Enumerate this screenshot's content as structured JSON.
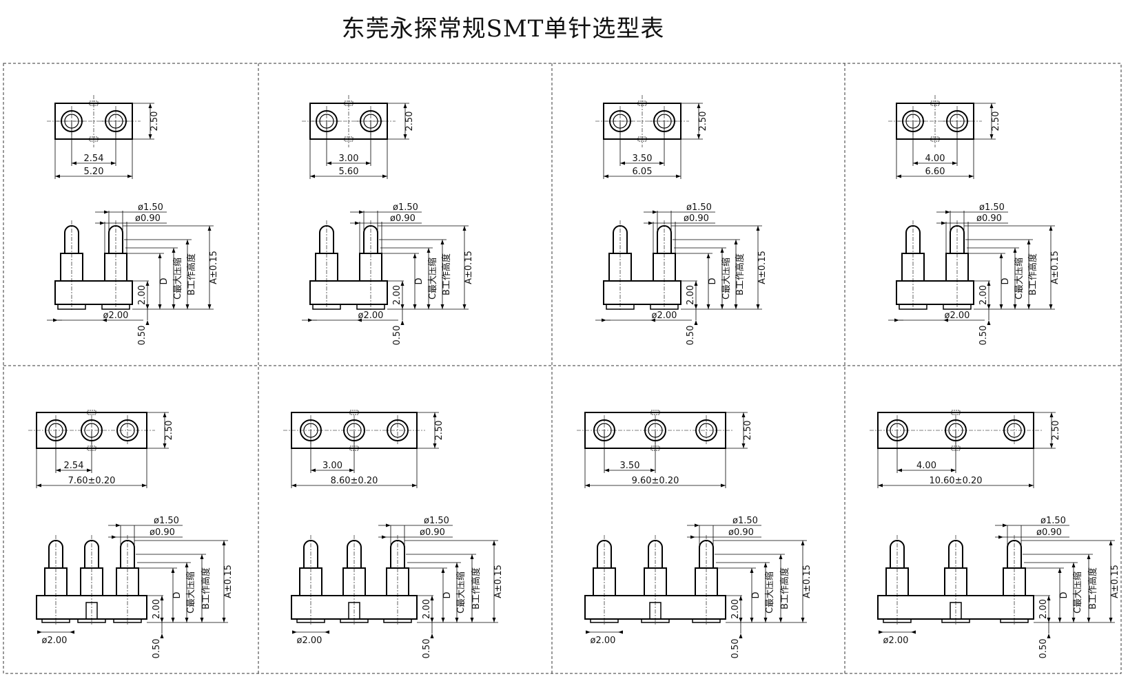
{
  "title": "东莞永探常规SMT单针选型表",
  "labels": {
    "tip_dia": "ø1.50",
    "barrel_dia": "ø0.90",
    "pad_dia": "ø2.00",
    "dim_a": "A±0.15",
    "dim_b": "B工作高度",
    "dim_c": "C最大压缩",
    "dim_d": "D",
    "base_height": "2.00",
    "standoff": "0.50",
    "width": "2.50"
  },
  "cells": [
    {
      "pins": 2,
      "pitch": "2.54",
      "length": "5.20"
    },
    {
      "pins": 2,
      "pitch": "3.00",
      "length": "5.60"
    },
    {
      "pins": 2,
      "pitch": "3.50",
      "length": "6.05"
    },
    {
      "pins": 2,
      "pitch": "4.00",
      "length": "6.60"
    },
    {
      "pins": 3,
      "pitch": "2.54",
      "length": "7.60±0.20"
    },
    {
      "pins": 3,
      "pitch": "3.00",
      "length": "8.60±0.20"
    },
    {
      "pins": 3,
      "pitch": "3.50",
      "length": "9.60±0.20"
    },
    {
      "pins": 3,
      "pitch": "4.00",
      "length": "10.60±0.20"
    }
  ]
}
